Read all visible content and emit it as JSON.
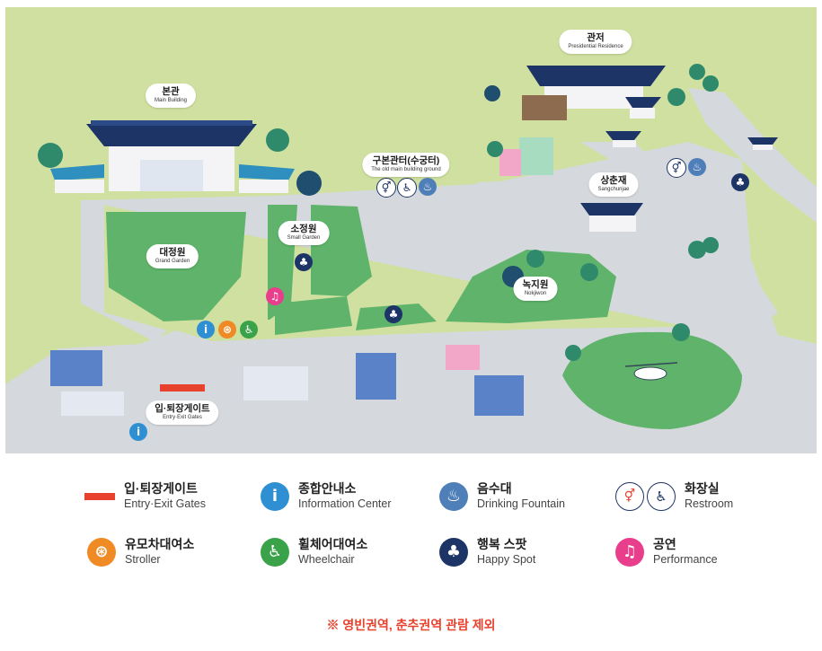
{
  "map": {
    "labels": {
      "main_building": {
        "ko": "본관",
        "en": "Main Building"
      },
      "residence": {
        "ko": "관저",
        "en": "Presidential Residence"
      },
      "old_building": {
        "ko": "구본관터(수궁터)",
        "en": "The old main building ground"
      },
      "grand_garden": {
        "ko": "대정원",
        "en": "Grand Garden"
      },
      "small_garden": {
        "ko": "소정원",
        "en": "Small Garden"
      },
      "sangchunjae": {
        "ko": "상춘재",
        "en": "Sangchunjae"
      },
      "nokjiwon": {
        "ko": "녹지원",
        "en": "Nokjiwon"
      },
      "entry_gate": {
        "ko": "입·퇴장게이트",
        "en": "Entry·Exit Gates"
      }
    },
    "colors": {
      "lawn": "#cfe0a0",
      "garden": "#5fb36a",
      "road": "#d5d8dd",
      "roof": "#1d3466",
      "gate": "#e8412e"
    }
  },
  "legend": {
    "entry_gate": {
      "ko": "입·퇴장게이트",
      "en": "Entry·Exit Gates",
      "color": "#e8412e"
    },
    "info": {
      "ko": "종합안내소",
      "en": "Information Center",
      "icon": "info-icon",
      "color": "#2e8fd3",
      "glyph": "i"
    },
    "fountain": {
      "ko": "음수대",
      "en": "Drinking Fountain",
      "icon": "fountain-icon",
      "color": "#4f7fb8",
      "glyph": "♨"
    },
    "restroom": {
      "ko": "화장실",
      "en": "Restroom",
      "icon": "restroom-icon",
      "glyph_a": "🚻",
      "glyph_b": "♿"
    },
    "stroller": {
      "ko": "유모차대여소",
      "en": "Stroller",
      "icon": "stroller-icon",
      "color": "#f08a24",
      "glyph": "⊛"
    },
    "wheelchair": {
      "ko": "휠체어대여소",
      "en": "Wheelchair",
      "icon": "wheelchair-icon",
      "color": "#3aa34a",
      "glyph": "♿"
    },
    "happy_spot": {
      "ko": "행복 스팟",
      "en": "Happy Spot",
      "icon": "clover-icon",
      "color": "#1d3466",
      "glyph": "♣"
    },
    "performance": {
      "ko": "공연",
      "en": "Performance",
      "icon": "music-note-icon",
      "color": "#e83e8c",
      "glyph": "♫"
    }
  },
  "note": "※ 영빈권역, 춘추권역 관람 제외"
}
